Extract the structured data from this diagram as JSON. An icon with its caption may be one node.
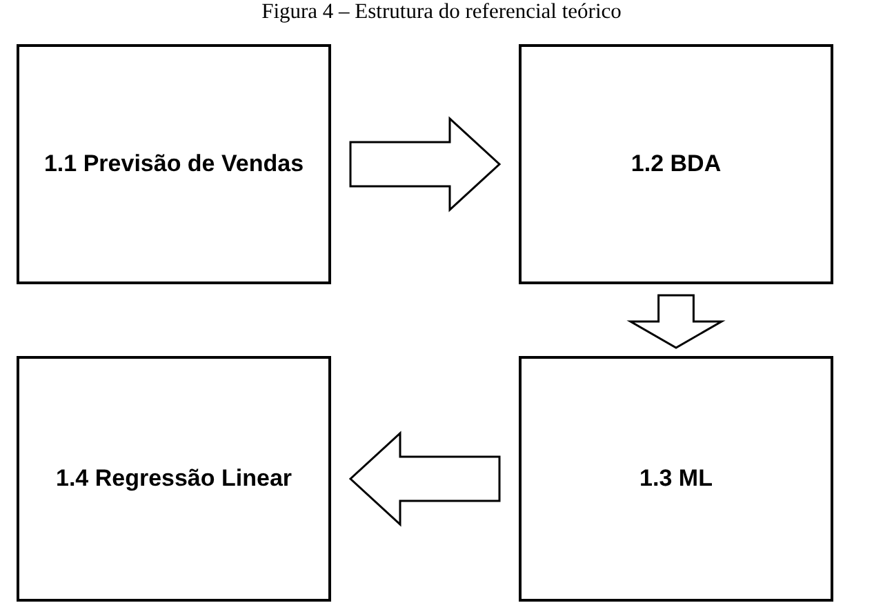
{
  "diagram": {
    "title": "Figura 4 – Estrutura do referencial teórico",
    "nodes": [
      {
        "text": [
          "1.1 Previsão de Vendas"
        ]
      },
      {
        "text": [
          "1.2 BDA"
        ]
      },
      {
        "text": [
          "1.3 ML"
        ]
      },
      {
        "text": [
          "1.4 Regressão Linear"
        ]
      }
    ],
    "edges": [
      {
        "from": 0,
        "to": 1,
        "arrow": "to"
      },
      {
        "from": 1,
        "to": 2,
        "arrow": "to"
      },
      {
        "from": 2,
        "to": 3,
        "arrow": "to"
      }
    ]
  }
}
